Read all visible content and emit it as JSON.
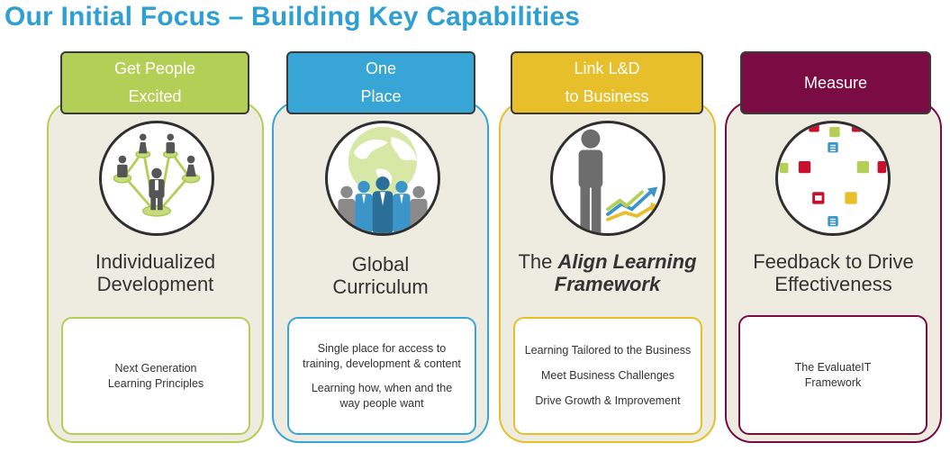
{
  "title": "Our Initial Focus – Building  Key Capabilities",
  "colors": {
    "title": "#2e9fd3",
    "green": "#b4cf55",
    "blue": "#37a5d6",
    "yellow": "#e7bf2b",
    "maroon": "#7b0c43",
    "card_bg": "#eeebe1"
  },
  "columns": [
    {
      "tab": [
        "Get People",
        "Excited"
      ],
      "icon": "people-network-icon",
      "heading": [
        "Individualized",
        "Development"
      ],
      "box": [
        "Next Generation",
        "Learning Principles"
      ]
    },
    {
      "tab": [
        "One",
        "Place"
      ],
      "icon": "global-team-icon",
      "heading": [
        "Global",
        "Curriculum"
      ],
      "box_paragraphs": [
        [
          "Single place for access to",
          "training, development & content"
        ],
        [
          "Learning how, when and the",
          "way people want"
        ]
      ]
    },
    {
      "tab": [
        "Link L&D",
        "to Business"
      ],
      "icon": "person-growth-arrows-icon",
      "heading_prefix": "The ",
      "heading_em": [
        "Align Learning",
        "Framework"
      ],
      "box_items": [
        "Learning Tailored to the Business",
        "Meet Business Challenges",
        "Drive  Growth & Improvement"
      ]
    },
    {
      "tab": [
        "Measure"
      ],
      "icon": "feedback-items-icon",
      "heading": [
        "Feedback to Drive",
        "Effectiveness"
      ],
      "box": [
        "The EvaluateIT",
        "Framework"
      ]
    }
  ]
}
